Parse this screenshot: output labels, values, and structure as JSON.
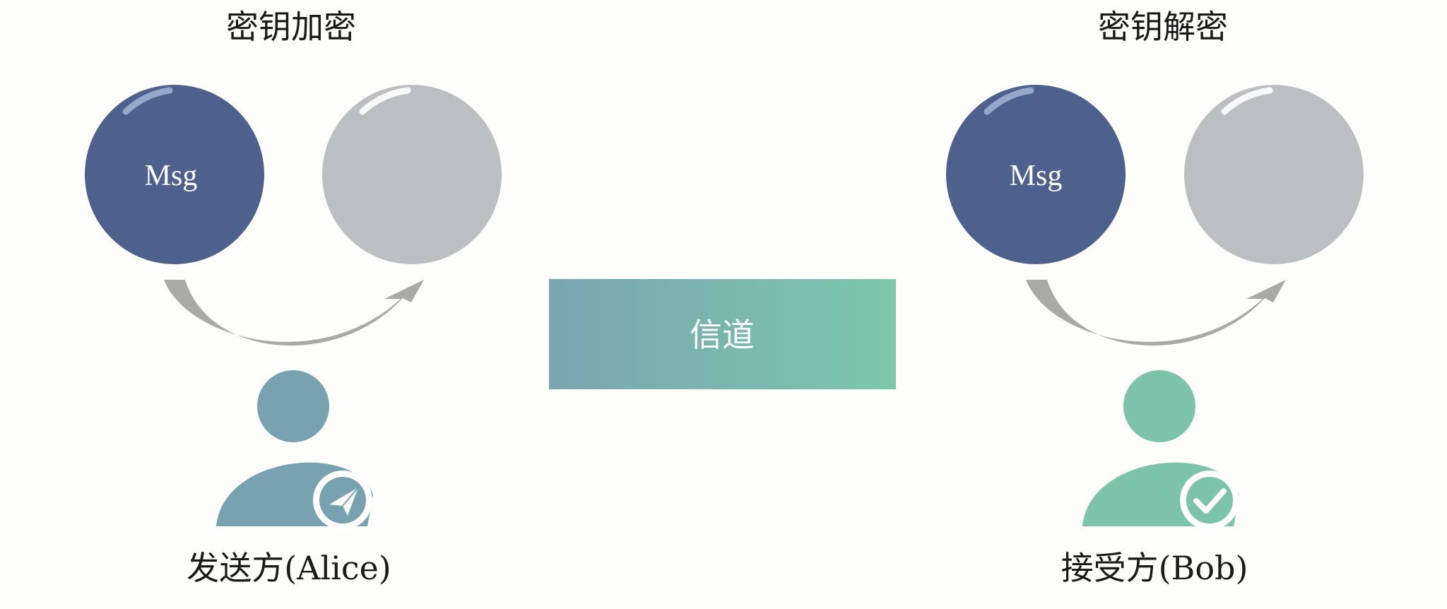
{
  "sender": {
    "title": "密钥加密",
    "message_label": "Msg",
    "name": "发送方(Alice)",
    "badge_icon": "paper-plane-icon",
    "person_color": "#79a2b0"
  },
  "channel": {
    "label": "信道",
    "gradient_start": "#7aa5b1",
    "gradient_end": "#7cc7ac"
  },
  "receiver": {
    "title": "密钥解密",
    "message_label": "Msg",
    "name": "接受方(Bob)",
    "badge_icon": "checkmark-icon",
    "person_color": "#7dc3ab"
  },
  "colors": {
    "message_circle": "#4e618c",
    "cipher_circle": "#bcbfc2",
    "arrow": "#a9aaa8"
  }
}
